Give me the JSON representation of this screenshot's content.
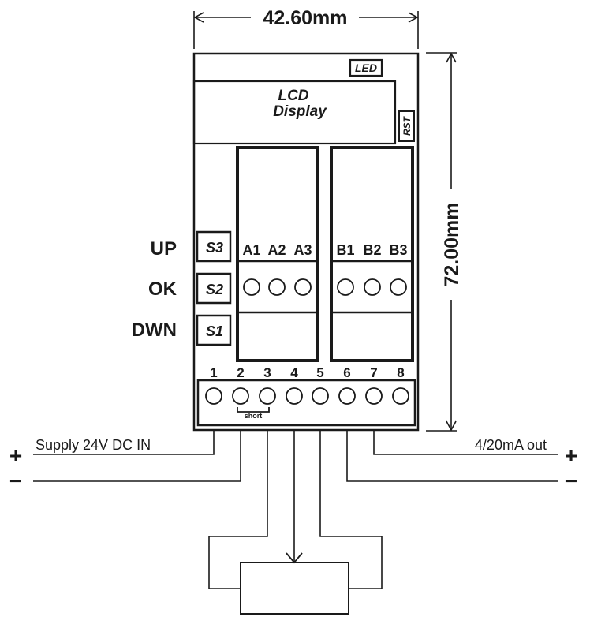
{
  "dimensions": {
    "width": "42.60mm",
    "height": "72.00mm"
  },
  "device": {
    "led_label": "LED",
    "lcd_line1": "LCD",
    "lcd_line2": "Display",
    "rst_label": "RST"
  },
  "buttons": [
    {
      "side_label": "UP",
      "key_label": "S3"
    },
    {
      "side_label": "OK",
      "key_label": "S2"
    },
    {
      "side_label": "DWN",
      "key_label": "S1"
    }
  ],
  "relay_a": {
    "labels": [
      "A1",
      "A2",
      "A3"
    ]
  },
  "relay_b": {
    "labels": [
      "B1",
      "B2",
      "B3"
    ]
  },
  "terminals": {
    "numbers": [
      "1",
      "2",
      "3",
      "4",
      "5",
      "6",
      "7",
      "8"
    ],
    "short_label": "short"
  },
  "wiring": {
    "supply_label": "Supply 24V DC IN",
    "output_label": "4/20mA out",
    "plus": "+",
    "minus": "−"
  }
}
